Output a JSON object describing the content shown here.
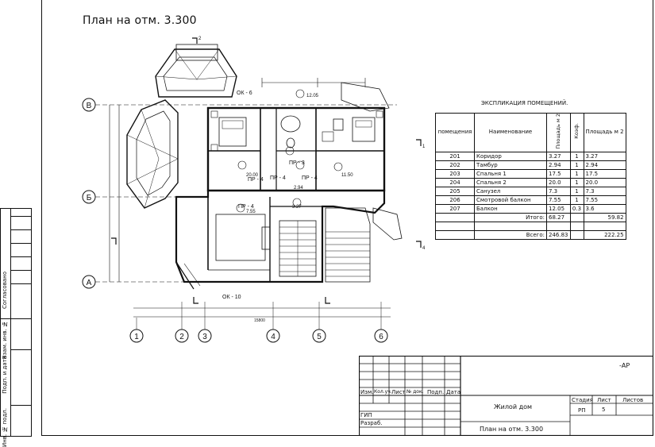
{
  "sheet": {
    "title": "План на отм. 3.300",
    "grid_rows": [
      "В",
      "Б",
      "А"
    ],
    "grid_cols": [
      "1",
      "2",
      "3",
      "4",
      "5",
      "6"
    ]
  },
  "plan_labels": {
    "ok6": "ОК - 6",
    "ok10": "ОК - 10",
    "pr3": "ПР - 3",
    "pr4a": "ПР - 4",
    "pr4b": "ПР - 4",
    "pr4c": "ПР - 4",
    "pr4d": "ПР - 4",
    "area_1205": "12.05",
    "area_2000": "20.00",
    "area_1150": "11.50",
    "area_755": "7.55",
    "area_327": "3.27",
    "area_294": "2.94",
    "num_2": "2",
    "num_4": "4",
    "num_1": "1",
    "dim_total": "15800"
  },
  "explication": {
    "title": "ЭКСПЛИКАЦИЯ ПОМЕЩЕНИЙ.",
    "headers": [
      "помещения",
      "Наименование",
      "Площадь м 2",
      "Коэф.",
      "Площадь м 2"
    ],
    "rows": [
      [
        "201",
        "Коридор",
        "3.27",
        "1",
        "3.27"
      ],
      [
        "202",
        "Тамбур",
        "2.94",
        "1",
        "2.94"
      ],
      [
        "203",
        "Спальня 1",
        "17.5",
        "1",
        "17.5"
      ],
      [
        "204",
        "Спальня 2",
        "20.0",
        "1",
        "20.0"
      ],
      [
        "205",
        "Санузел",
        "7.3",
        "1",
        "7.3"
      ],
      [
        "206",
        "Смотровой балкон",
        "7.55",
        "1",
        "7.55"
      ],
      [
        "207",
        "Балкон",
        "12.05",
        "0.3",
        "3.6"
      ]
    ],
    "total_label": "Итого:",
    "total_area": "68.27",
    "total_calc": "59.82",
    "grand_label": "Всего:",
    "grand_area": "246.83",
    "grand_calc": "222.25"
  },
  "left_stamp": {
    "agreed": "Согласовано",
    "inv_zam": "Взам. инв. №",
    "sign_date": "Подп. и дата",
    "inv_orig": "Инв. № подл."
  },
  "title_block": {
    "code": "-АР",
    "headers": [
      "Изм.",
      "Кол.уч.",
      "Лист",
      "№ док.",
      "Подп.",
      "Дата"
    ],
    "gip": "ГИП",
    "razrab": "Разраб.",
    "project": "Жилой дом",
    "stage_h": "Стадия",
    "sheet_h": "Лист",
    "sheets_h": "Листов",
    "stage": "РП",
    "sheet_no": "5",
    "drawing": "План на отм. 3.300"
  }
}
